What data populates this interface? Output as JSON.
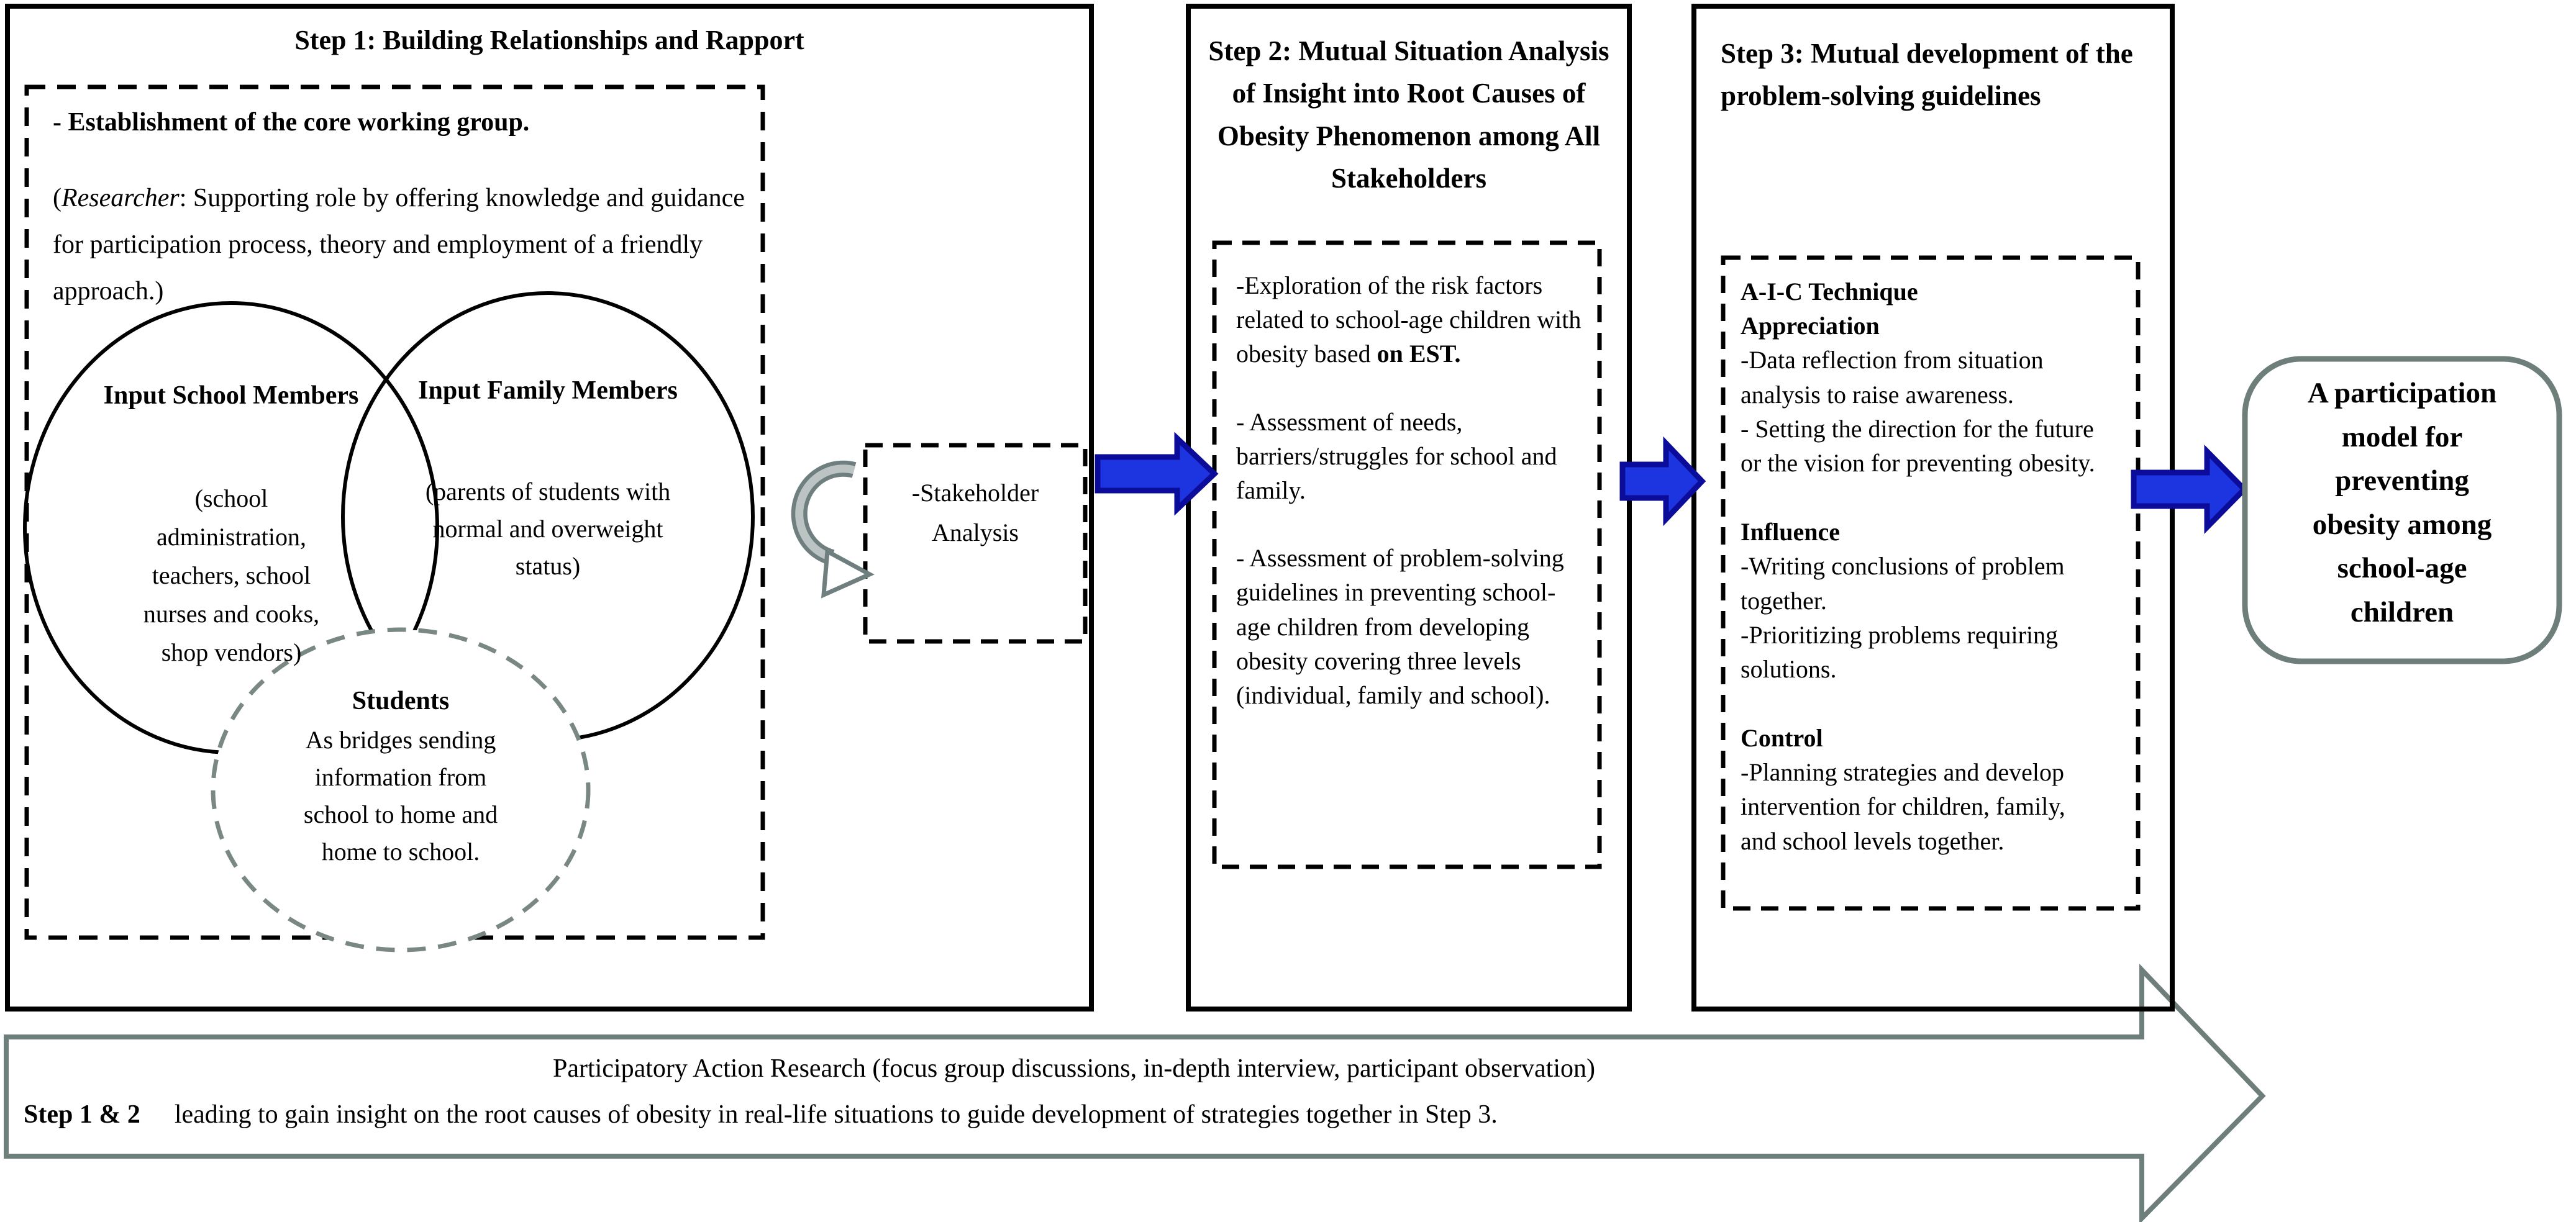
{
  "step1": {
    "title": "Step 1:  Building Relationships and Rapport",
    "establishment": "- Establishment of the core working group.",
    "researcher_pre": "(",
    "researcher_word": "Researcher",
    "researcher_post": ": Supporting role by offering knowledge and guidance for participation process, theory and employment of a friendly approach.)",
    "venn": {
      "school_title": "Input School Members",
      "school_detail": "(school administration, teachers, school nurses and cooks, shop vendors)",
      "family_title": "Input Family Members",
      "family_detail": "(parents of students with normal and overweight status)",
      "students_title": "Students",
      "students_detail": "As bridges sending information from school to home and home to school."
    }
  },
  "stakeholder_box": {
    "label": "-Stakeholder Analysis"
  },
  "step2": {
    "title": "Step 2: Mutual Situation Analysis of Insight into Root Causes of Obesity Phenomenon among All Stakeholders",
    "bullet1_regular": "-Exploration of the risk factors related to school-age children with obesity based ",
    "bullet1_bold": "on EST.",
    "bullet2": "- Assessment of needs, barriers/struggles for school and family.",
    "bullet3": "- Assessment of problem-solving guidelines in preventing school-age children from developing obesity covering three levels (individual, family and school)."
  },
  "step3": {
    "title": "Step 3: Mutual development of the problem-solving guidelines",
    "aic_heading": "A-I-C Technique",
    "appreciation_heading": "Appreciation",
    "appreciation_item1": "-Data reflection from situation analysis to raise awareness.",
    "appreciation_item2": "- Setting the direction for the future or the vision for preventing obesity.",
    "influence_heading": "Influence",
    "influence_item1": "-Writing conclusions of problem together.",
    "influence_item2": "-Prioritizing problems requiring solutions.",
    "control_heading": "Control",
    "control_item1": "-Planning strategies and develop intervention for children, family,",
    "control_item2": "and school levels together."
  },
  "outcome_box": {
    "label": "A participation model for preventing obesity among school-age children"
  },
  "banner": {
    "line1": "Participatory Action Research (focus group discussions, in-depth interview, participant observation)",
    "line2_bold": "Step 1 & 2",
    "line2_rest": "leading to gain insight on the root causes of obesity in real-life situations to guide development of strategies together in Step 3."
  },
  "colors": {
    "flow_arrow_fill": "#1c35e0",
    "flow_arrow_border": "#0c0c9a",
    "outline_gray_green": "#6e7e7a",
    "students_ellipse_gray": "#7a8884",
    "loop_arrow_dark": "#6f7f7f",
    "loop_arrow_light": "#bcc3c3",
    "line_black": "#000000"
  }
}
